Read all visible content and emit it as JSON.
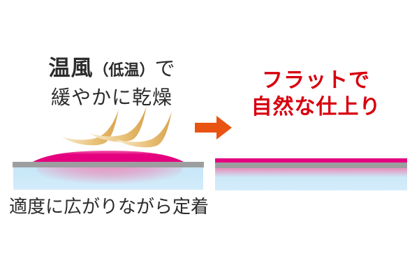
{
  "left": {
    "heading": {
      "emphasis": "温風",
      "paren": "（低温）",
      "tail": "で",
      "line2": "緩やかに乾燥"
    },
    "caption": "適度に広がりながら定着",
    "illustration": {
      "air_streams_icon": "warm-air-swoosh",
      "air_stream_count": 3,
      "parts": [
        "warm-air-streams",
        "ink-droplet-dome",
        "surface-bar",
        "paper-block",
        "ink-diffusion"
      ]
    }
  },
  "arrow_icon": "right-arrow",
  "right": {
    "heading_line1": "フラットで",
    "heading_line2": "自然な仕上り",
    "illustration": {
      "parts": [
        "flat-ink-layer",
        "surface-bar",
        "ink-diffusion",
        "paper-block"
      ]
    }
  },
  "colors": {
    "ink-magenta": "#e4007f",
    "ink-magenta-light": "#f263ad",
    "surface-gray": "#9d9e9f",
    "paper-blue": "#c6e6f7",
    "paper-blue-light": "#d4ecfa",
    "diffusion-pink": "#ed85b4",
    "air-cream": "#f7ecd0",
    "air-gold-mid": "#eac47c",
    "air-gold": "#d9a24b",
    "arrow-orange": "#e95413",
    "heading-red": "#d7000f",
    "text-dark": "#2b2b2b"
  }
}
